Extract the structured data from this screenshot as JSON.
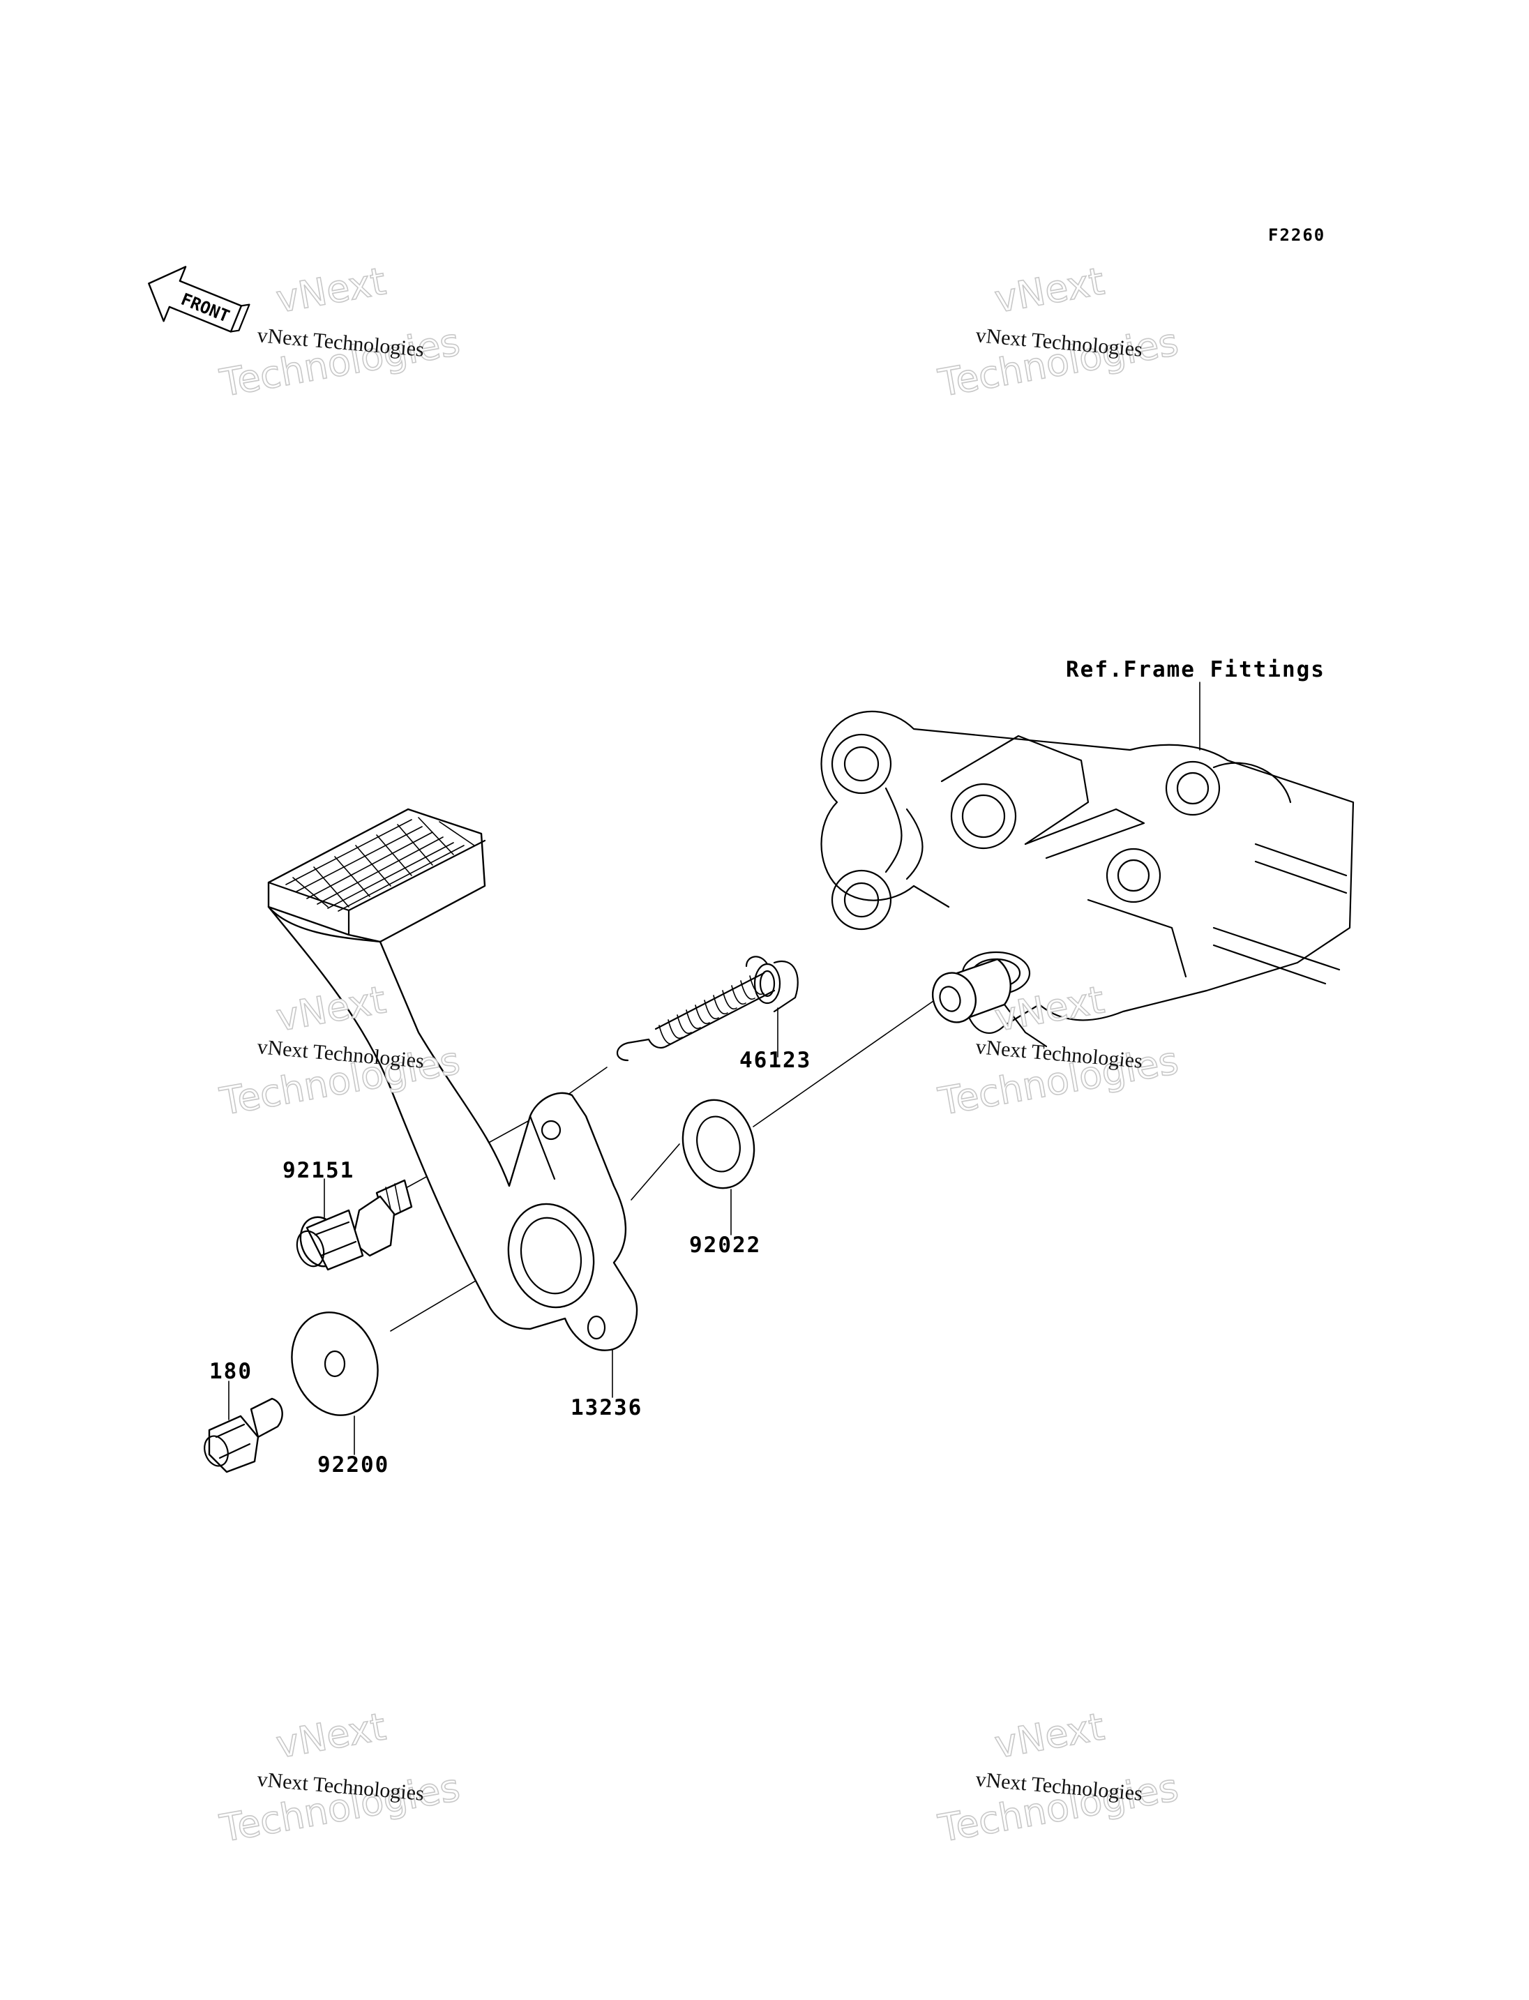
{
  "diagram_code": "F2260",
  "front_arrow": {
    "label": "FRONT",
    "icon": "front-direction-arrow-icon"
  },
  "reference": {
    "label": "Ref.Frame Fittings"
  },
  "parts": [
    {
      "id": "part-46123",
      "number": "46123",
      "name": "spring"
    },
    {
      "id": "part-92151",
      "number": "92151",
      "name": "bolt"
    },
    {
      "id": "part-92022",
      "number": "92022",
      "name": "washer"
    },
    {
      "id": "part-180",
      "number": "180",
      "name": "bolt"
    },
    {
      "id": "part-92200",
      "number": "92200",
      "name": "washer"
    },
    {
      "id": "part-13236",
      "number": "13236",
      "name": "brake-pedal"
    }
  ],
  "watermark": {
    "line1": "vNext Technologies",
    "line2": "vNext",
    "line3": "Technologies"
  }
}
